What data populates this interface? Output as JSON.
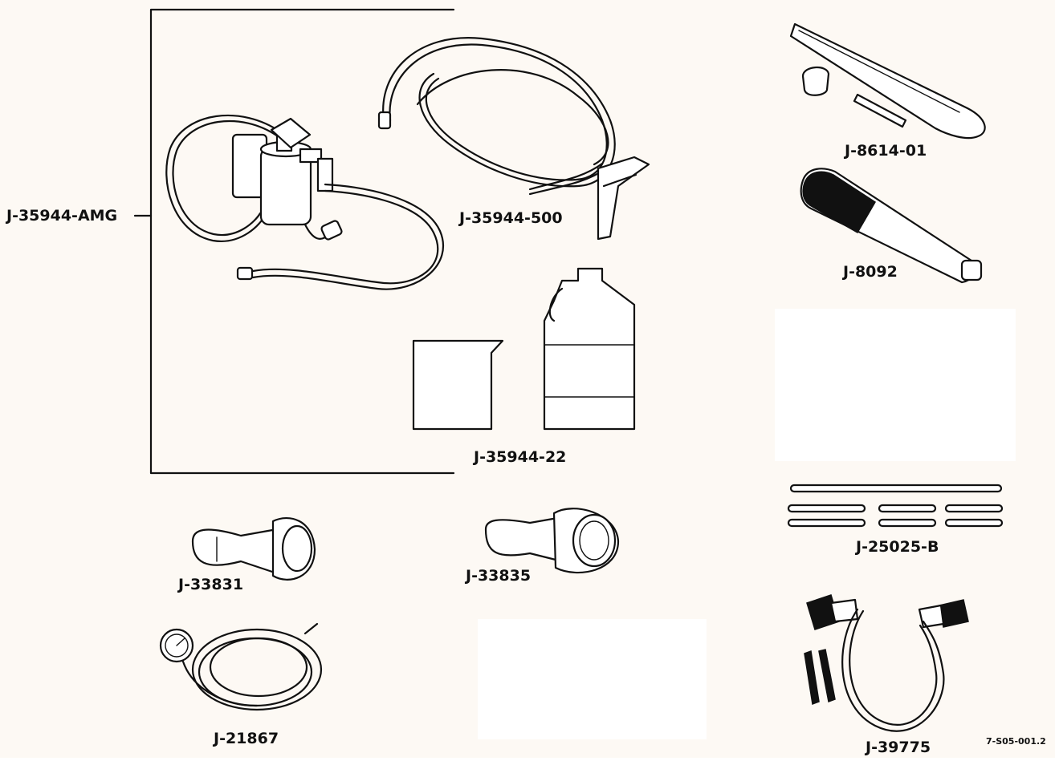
{
  "labels": {
    "amg": "J-35944-AMG",
    "hose500": "J-35944-500",
    "kit22": "J-35944-22",
    "tool861401": "J-8614-01",
    "tool8092": "J-8092",
    "tool25025b": "J-25025-B",
    "tool33831": "J-33831",
    "tool33835": "J-33835",
    "tool21867": "J-21867",
    "tool39775": "J-39775"
  },
  "figure_code": "7-S05-001.2",
  "colors": {
    "paper": "#fdf9f4",
    "ink": "#111111",
    "blank": "#ffffff"
  }
}
